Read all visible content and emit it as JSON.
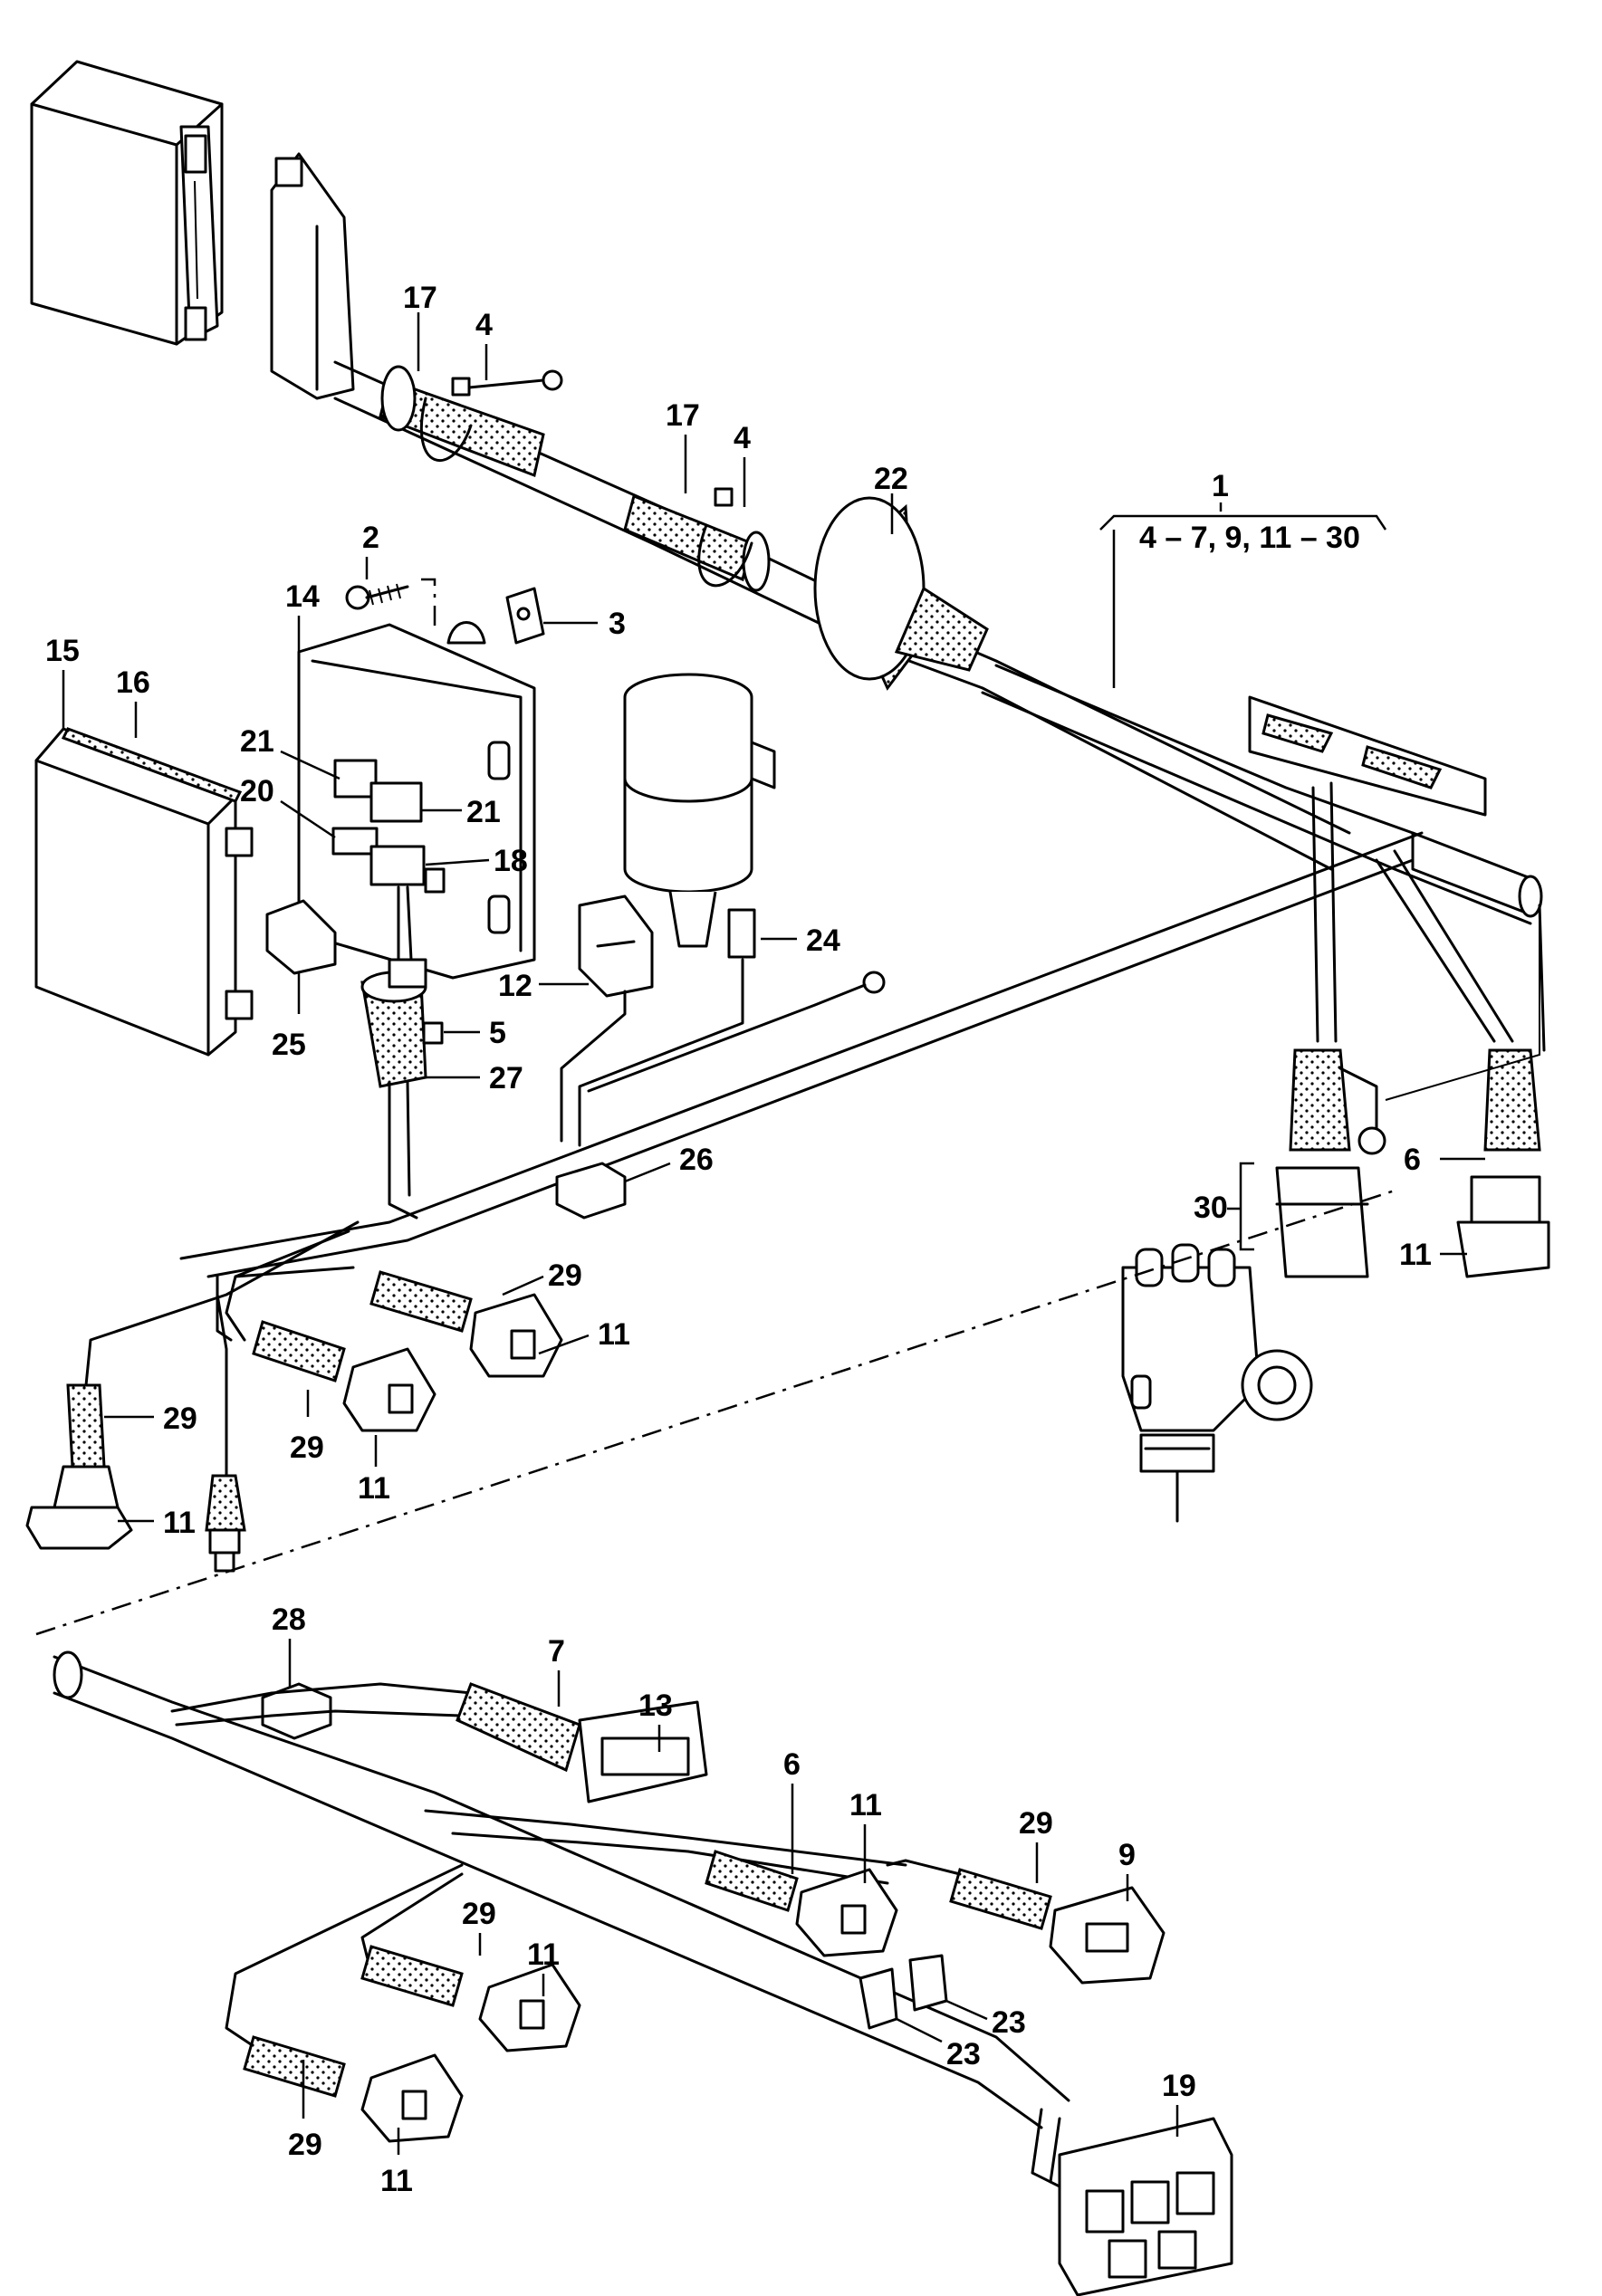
{
  "diagram": {
    "labels": [
      {
        "id": "p1",
        "text": "1"
      },
      {
        "id": "p1-range",
        "text": "4 – 7, 9, 11 – 30"
      },
      {
        "id": "p2",
        "text": "2"
      },
      {
        "id": "p3",
        "text": "3"
      },
      {
        "id": "p4a",
        "text": "4"
      },
      {
        "id": "p4b",
        "text": "4"
      },
      {
        "id": "p5",
        "text": "5"
      },
      {
        "id": "p6a",
        "text": "6"
      },
      {
        "id": "p6b",
        "text": "6"
      },
      {
        "id": "p7",
        "text": "7"
      },
      {
        "id": "p9",
        "text": "9"
      },
      {
        "id": "p11a",
        "text": "11"
      },
      {
        "id": "p11b",
        "text": "11"
      },
      {
        "id": "p11c",
        "text": "11"
      },
      {
        "id": "p11d",
        "text": "11"
      },
      {
        "id": "p11e",
        "text": "11"
      },
      {
        "id": "p11f",
        "text": "11"
      },
      {
        "id": "p11g",
        "text": "11"
      },
      {
        "id": "p12",
        "text": "12"
      },
      {
        "id": "p13",
        "text": "13"
      },
      {
        "id": "p14",
        "text": "14"
      },
      {
        "id": "p15",
        "text": "15"
      },
      {
        "id": "p16",
        "text": "16"
      },
      {
        "id": "p17a",
        "text": "17"
      },
      {
        "id": "p17b",
        "text": "17"
      },
      {
        "id": "p18",
        "text": "18"
      },
      {
        "id": "p19",
        "text": "19"
      },
      {
        "id": "p20",
        "text": "20"
      },
      {
        "id": "p21a",
        "text": "21"
      },
      {
        "id": "p21b",
        "text": "21"
      },
      {
        "id": "p22",
        "text": "22"
      },
      {
        "id": "p23a",
        "text": "23"
      },
      {
        "id": "p23b",
        "text": "23"
      },
      {
        "id": "p24",
        "text": "24"
      },
      {
        "id": "p25",
        "text": "25"
      },
      {
        "id": "p26",
        "text": "26"
      },
      {
        "id": "p27",
        "text": "27"
      },
      {
        "id": "p28",
        "text": "28"
      },
      {
        "id": "p29a",
        "text": "29"
      },
      {
        "id": "p29b",
        "text": "29"
      },
      {
        "id": "p29c",
        "text": "29"
      },
      {
        "id": "p29d",
        "text": "29"
      },
      {
        "id": "p29e",
        "text": "29"
      },
      {
        "id": "p29f",
        "text": "29"
      },
      {
        "id": "p30",
        "text": "30"
      }
    ]
  },
  "colors": {
    "ink": "#000000",
    "paper": "#ffffff"
  }
}
